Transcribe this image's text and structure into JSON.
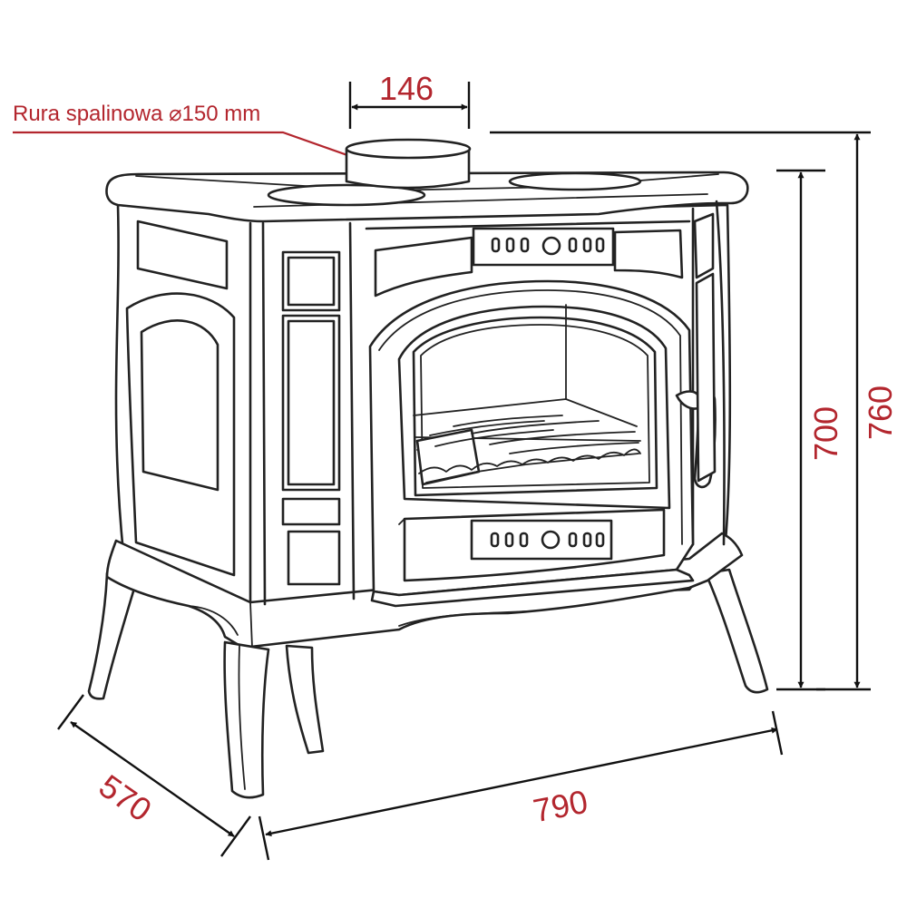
{
  "colors": {
    "dimension_text": "#b3262e",
    "outline": "#222222",
    "background": "#ffffff"
  },
  "labels": {
    "flue_pipe": "Rura spalinowa ⌀150 mm",
    "flue_width": "146",
    "height_body": "700",
    "height_total": "760",
    "depth": "570",
    "width": "790"
  }
}
